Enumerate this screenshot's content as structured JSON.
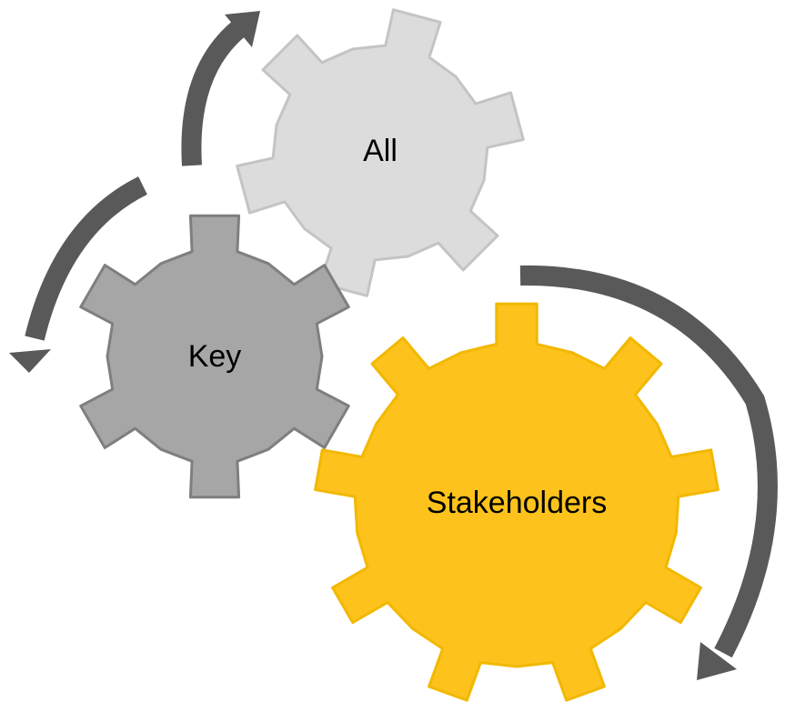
{
  "gears": [
    {
      "id": "gear-all",
      "label": "All",
      "fill": "#DCDCDC",
      "stroke": "#C4C4C4"
    },
    {
      "id": "gear-key",
      "label": "Key",
      "fill": "#A6A6A6",
      "stroke": "#7F7F7F"
    },
    {
      "id": "gear-stakeholders",
      "label": "Stakeholders",
      "fill": "#FDC31C",
      "stroke": "#F2B800"
    }
  ],
  "arrow_color": "#595959"
}
